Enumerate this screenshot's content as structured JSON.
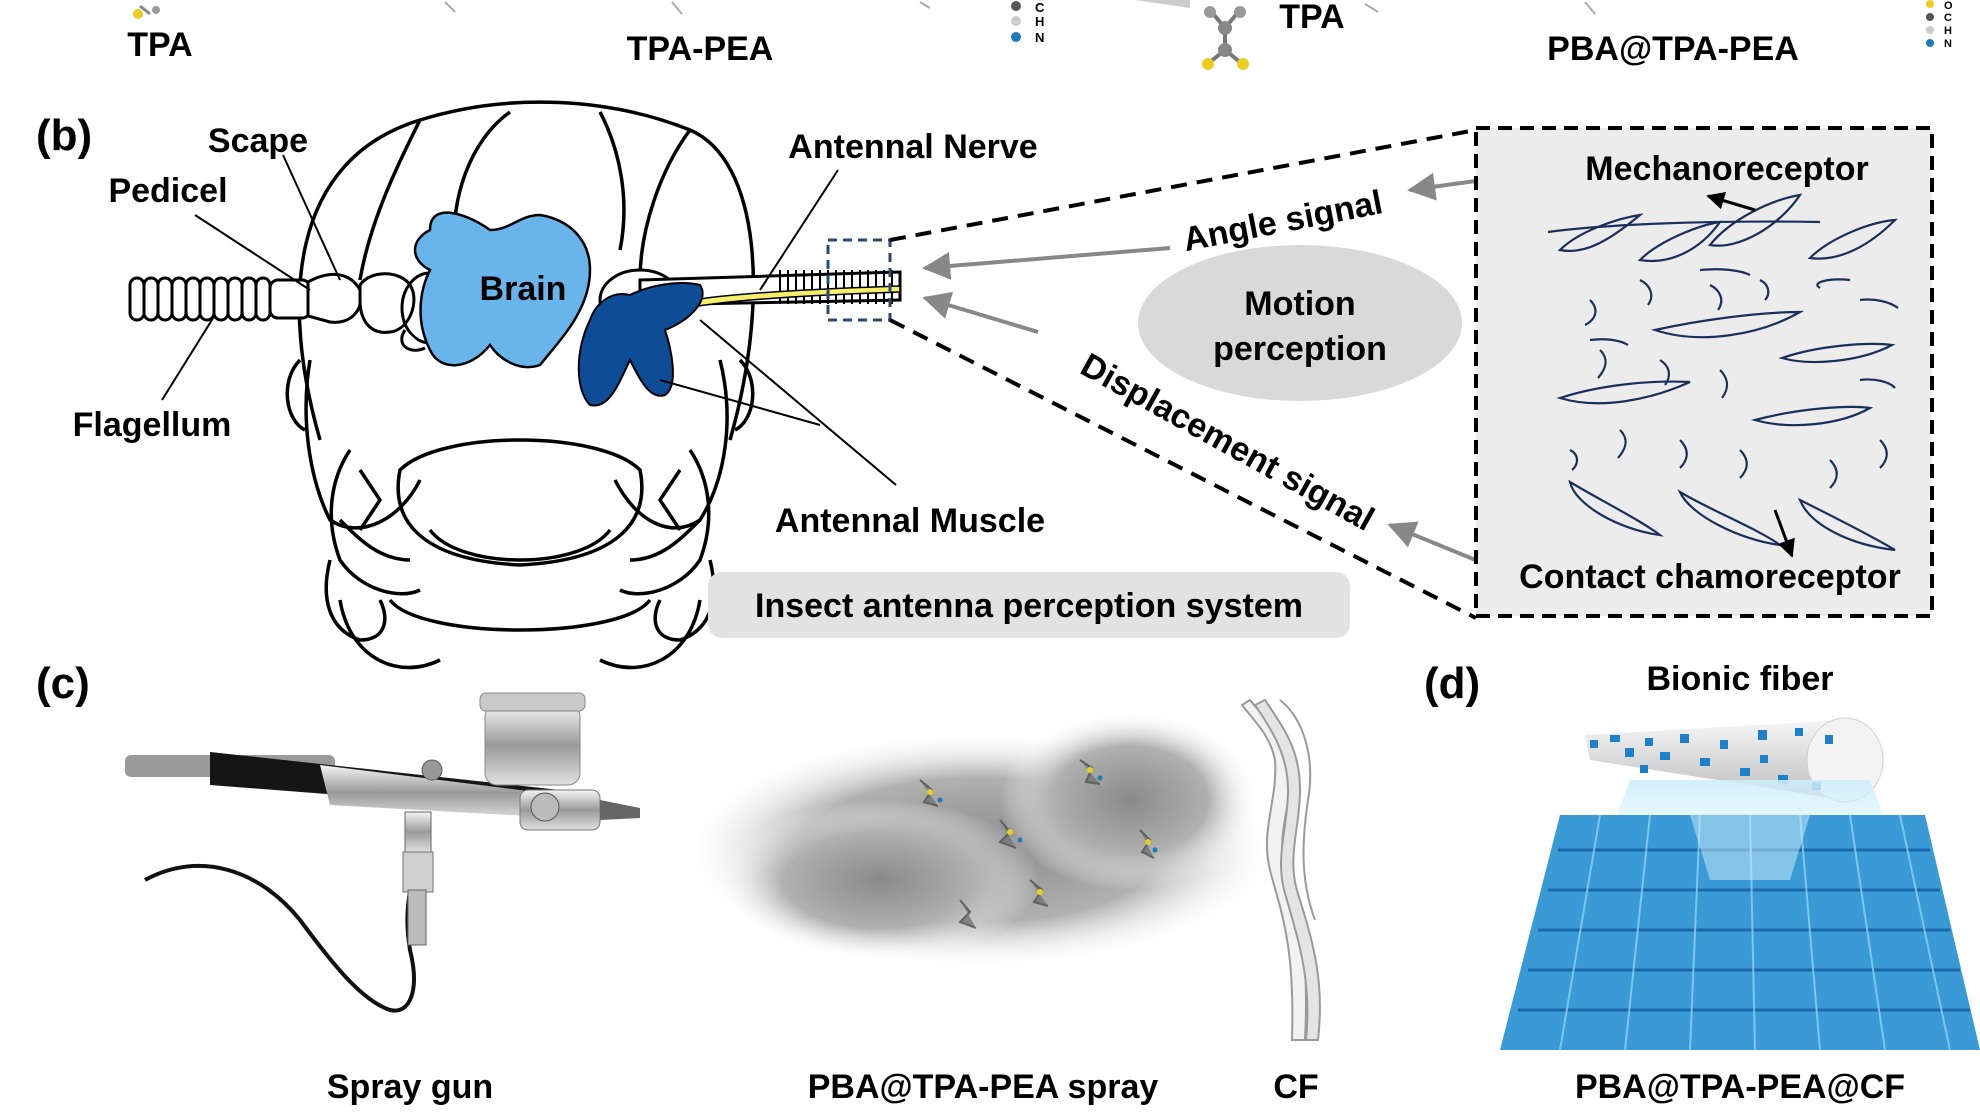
{
  "top": {
    "tpa": "TPA",
    "tpa_pea": "TPA-PEA",
    "tpa_right": "TPA",
    "pba_tpa_pea": "PBA@TPA-PEA",
    "legend_left": [
      "C",
      "H",
      "N"
    ],
    "legend_right": [
      "O",
      "C",
      "H",
      "N"
    ]
  },
  "panel_b": {
    "tag": "(b)",
    "scape": "Scape",
    "pedicel": "Pedicel",
    "flagellum": "Flagellum",
    "brain": "Brain",
    "antennal_nerve": "Antennal Nerve",
    "antennal_muscle": "Antennal Muscle",
    "system_title": "Insect antenna perception system",
    "angle_signal": "Angle signal",
    "displacement_signal": "Displacement signal",
    "motion_perception_1": "Motion",
    "motion_perception_2": "perception",
    "mechanoreceptor": "Mechanoreceptor",
    "contact_chemoreceptor": "Contact chamoreceptor"
  },
  "panel_c": {
    "tag": "(c)",
    "spray_gun": "Spray gun",
    "spray": "PBA@TPA-PEA spray",
    "cf": "CF"
  },
  "panel_d": {
    "tag": "(d)",
    "bionic_fiber": "Bionic fiber",
    "fabric": "PBA@TPA-PEA@CF"
  },
  "colors": {
    "brain": "#6ab4ec",
    "muscle": "#0f4c96",
    "nerve": "#f5f06a",
    "fabric": "#3a9ad6",
    "panel_bg": "#ececec",
    "label_bg": "#e2e2e2",
    "arrow": "#888888"
  }
}
